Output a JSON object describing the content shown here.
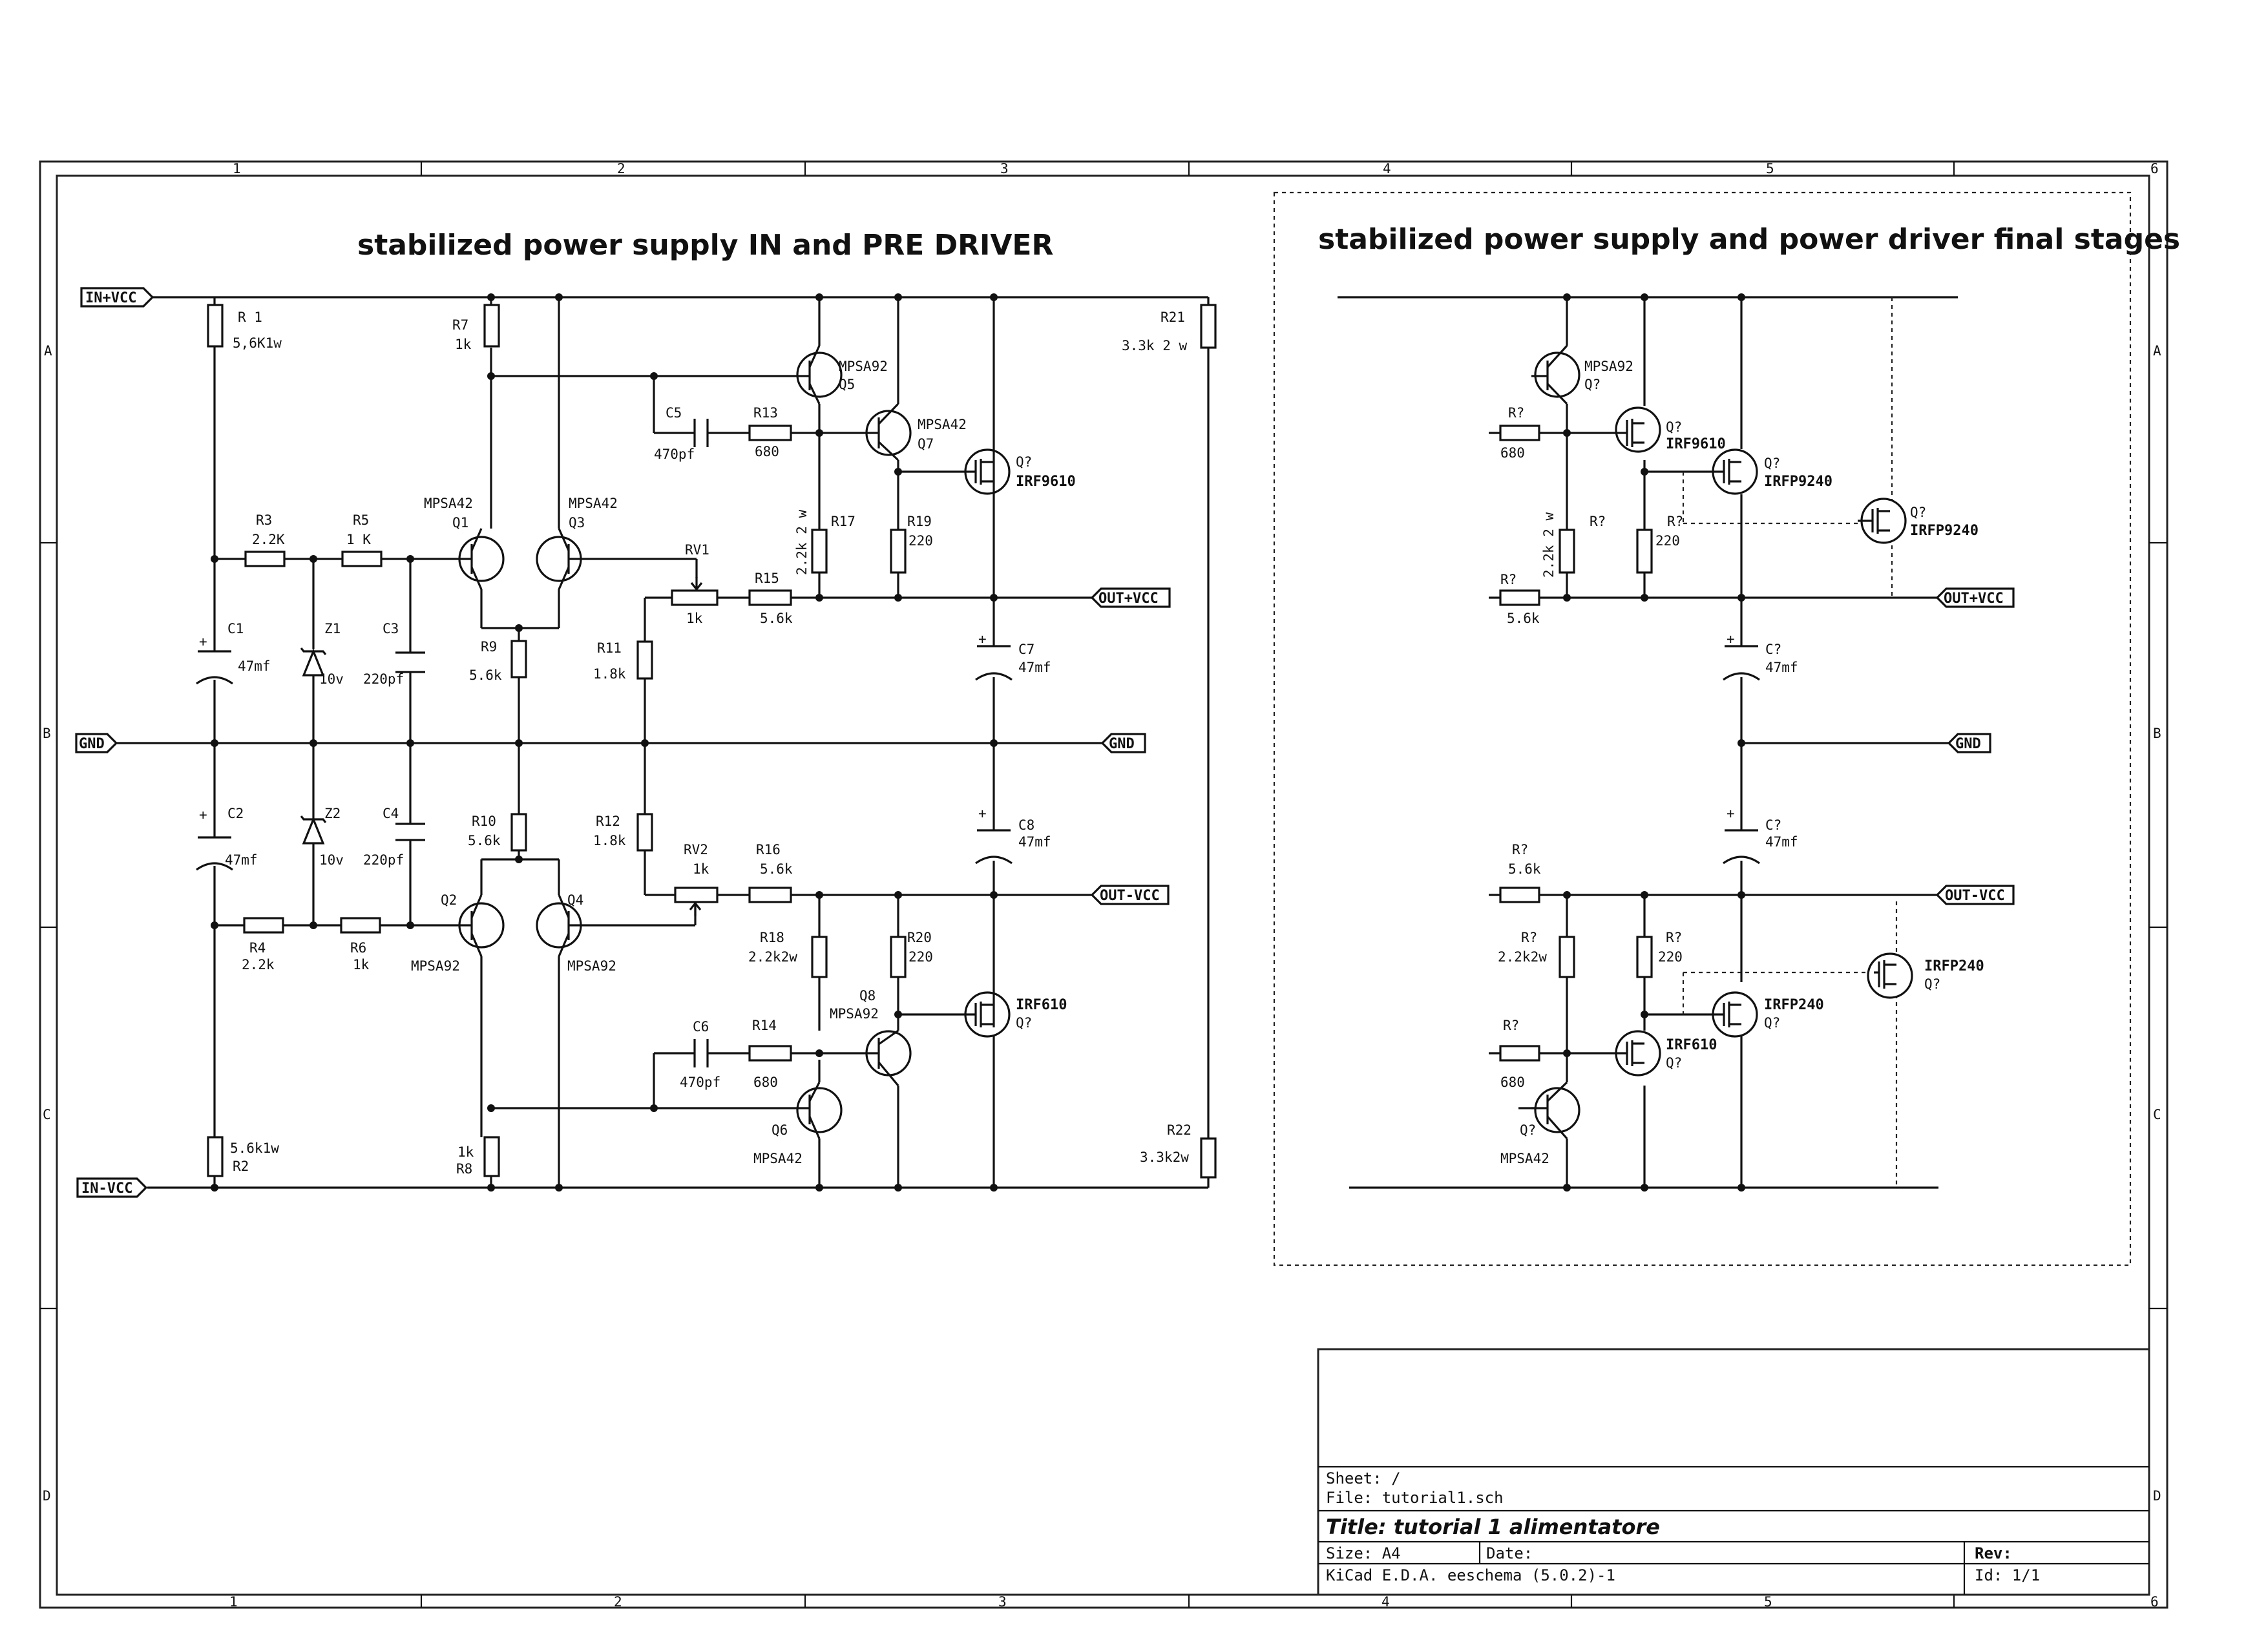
{
  "sections": {
    "left_title": "stabilized power supply IN and PRE DRIVER",
    "right_title": "stabilized power supply and power driver final stages"
  },
  "frame": {
    "columns": [
      "1",
      "2",
      "3",
      "4",
      "5",
      "6"
    ],
    "rows": [
      "A",
      "B",
      "C",
      "D"
    ]
  },
  "ports": {
    "in_vcc_pos": "IN+VCC",
    "in_vcc_neg": "IN-VCC",
    "gnd": "GND",
    "out_vcc_pos": "OUT+VCC",
    "out_vcc_neg": "OUT-VCC"
  },
  "components": {
    "r1": {
      "ref": "R 1",
      "value": "5,6K1w"
    },
    "r2": {
      "ref": "R2",
      "value": "5.6k1w"
    },
    "r3": {
      "ref": "R3",
      "value": "2.2K"
    },
    "r4": {
      "ref": "R4",
      "value": "2.2k"
    },
    "r5": {
      "ref": "R5",
      "value": "1 K"
    },
    "r6": {
      "ref": "R6",
      "value": "1k"
    },
    "r7": {
      "ref": "R7",
      "value": "1k"
    },
    "r8": {
      "ref": "R8",
      "value": "1k"
    },
    "r9": {
      "ref": "R9",
      "value": "5.6k"
    },
    "r10": {
      "ref": "R10",
      "value": "5.6k"
    },
    "r11": {
      "ref": "R11",
      "value": "1.8k"
    },
    "r12": {
      "ref": "R12",
      "value": "1.8k"
    },
    "r13": {
      "ref": "R13",
      "value": "680"
    },
    "r14": {
      "ref": "R14",
      "value": "680"
    },
    "r15": {
      "ref": "R15",
      "value": "5.6k"
    },
    "r16": {
      "ref": "R16",
      "value": "5.6k"
    },
    "r17": {
      "ref": "R17",
      "value": "2.2k 2 w"
    },
    "r18": {
      "ref": "R18",
      "value": "2.2k2w"
    },
    "r19": {
      "ref": "R19",
      "value": "220"
    },
    "r20": {
      "ref": "R20",
      "value": "220"
    },
    "r21": {
      "ref": "R21",
      "value": "3.3k 2 w"
    },
    "r22": {
      "ref": "R22",
      "value": "3.3k2w"
    },
    "c1": {
      "ref": "C1",
      "value": "47mf"
    },
    "c2": {
      "ref": "C2",
      "value": "47mf"
    },
    "c3": {
      "ref": "C3",
      "value": "220pf"
    },
    "c4": {
      "ref": "C4",
      "value": "220pf"
    },
    "c5": {
      "ref": "C5",
      "value": "470pf"
    },
    "c6": {
      "ref": "C6",
      "value": "470pf"
    },
    "c7": {
      "ref": "C7",
      "value": "47mf"
    },
    "c8": {
      "ref": "C8",
      "value": "47mf"
    },
    "z1": {
      "ref": "Z1",
      "value": "10v"
    },
    "z2": {
      "ref": "Z2",
      "value": "10v"
    },
    "rv1": {
      "ref": "RV1",
      "value": "1k"
    },
    "rv2": {
      "ref": "RV2",
      "value": "1k"
    },
    "q1": {
      "ref": "Q1",
      "value": "MPSA42"
    },
    "q2": {
      "ref": "Q2",
      "value": "MPSA92"
    },
    "q3": {
      "ref": "Q3",
      "value": "MPSA42"
    },
    "q4": {
      "ref": "Q4",
      "value": "MPSA92"
    },
    "q5": {
      "ref": "Q5",
      "value": "MPSA92"
    },
    "q6": {
      "ref": "Q6",
      "value": "MPSA42"
    },
    "q7": {
      "ref": "Q7",
      "value": "MPSA42"
    },
    "q8": {
      "ref": "Q8",
      "value": "MPSA92"
    },
    "m1": {
      "ref": "Q?",
      "value": "IRF9610"
    },
    "m2": {
      "ref": "Q?",
      "value": "IRF610"
    }
  },
  "right": {
    "q_top": {
      "ref": "Q?",
      "value": "MPSA92"
    },
    "r_top680": {
      "ref": "R?",
      "value": "680"
    },
    "m_irf9610": {
      "ref": "Q?",
      "value": "IRF9610"
    },
    "m_irfp9240a": {
      "ref": "Q?",
      "value": "IRFP9240"
    },
    "m_irfp9240b": {
      "ref": "Q?",
      "value": "IRFP9240"
    },
    "r_22k2w": {
      "ref": "R?",
      "value": "2.2k 2 w"
    },
    "r_220a": {
      "ref": "R?",
      "value": "220"
    },
    "r_56k_top": {
      "ref": "R?",
      "value": "5.6k"
    },
    "c_top": {
      "ref": "C?",
      "value": "47mf"
    },
    "c_bot": {
      "ref": "C?",
      "value": "47mf"
    },
    "r_56k_bot": {
      "ref": "R?",
      "value": "5.6k"
    },
    "r_22k2w_b": {
      "ref": "R?",
      "value": "2.2k2w"
    },
    "r_220b": {
      "ref": "R?",
      "value": "220"
    },
    "m_irfp240a": {
      "ref": "Q?",
      "value": "IRFP240"
    },
    "m_irfp240b": {
      "ref": "Q?",
      "value": "IRFP240"
    },
    "m_irf610": {
      "ref": "Q?",
      "value": "IRF610"
    },
    "r_bot680": {
      "ref": "R?",
      "value": "680"
    },
    "q_bot": {
      "ref": "Q?",
      "value": "MPSA42"
    }
  },
  "title_block": {
    "sheet": "Sheet: /",
    "file": "File: tutorial1.sch",
    "title": "Title: tutorial 1 alimentatore",
    "size": "Size: A4",
    "date": "Date:",
    "rev": "Rev:",
    "tool": "KiCad E.D.A.  eeschema (5.0.2)-1",
    "id": "Id: 1/1"
  }
}
